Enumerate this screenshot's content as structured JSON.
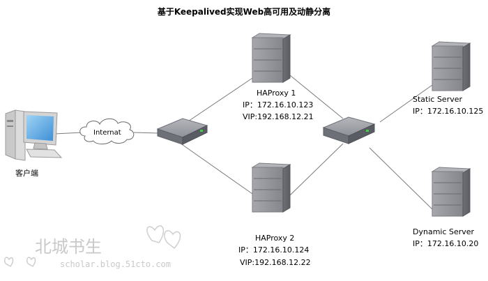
{
  "title": "基于Keepalived实现Web高可用及动静分离",
  "client": {
    "label": "客户端"
  },
  "internet": {
    "label": "Internat"
  },
  "haproxy1": {
    "name": "HAProxy 1",
    "ip": "IP：172.16.10.123",
    "vip": "VIP:192.168.12.21"
  },
  "haproxy2": {
    "name": "HAProxy 2",
    "ip": "IP：172.16.10.124",
    "vip": "VIP:192.168.12.22"
  },
  "static_server": {
    "name": "Static Server",
    "ip": "IP：172.16.10.125"
  },
  "dynamic_server": {
    "name": "Dynamic Server",
    "ip": "IP：172.16.10.20"
  },
  "watermark": {
    "brand": "北城书生",
    "url": "scholar.blog.51cto.com"
  },
  "colors": {
    "line": "#7a7a7a",
    "server": "#8e8f95",
    "switch": "#7d8088",
    "led": "#3fd23f"
  }
}
